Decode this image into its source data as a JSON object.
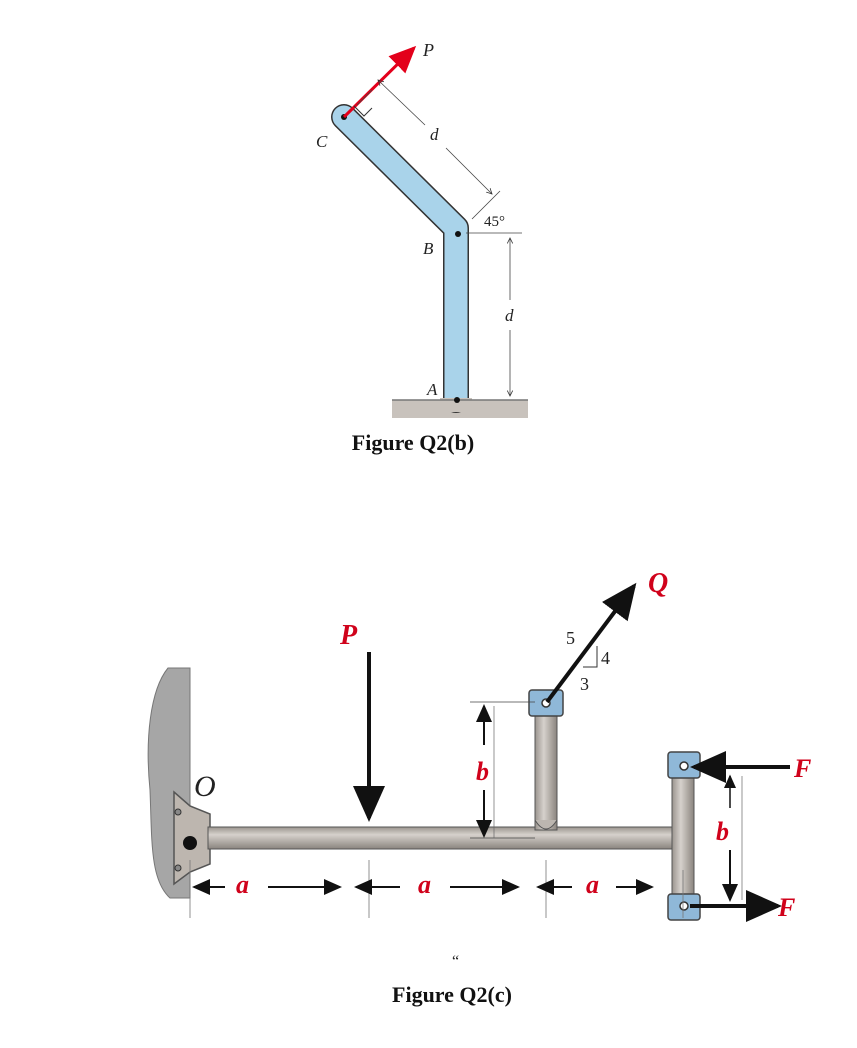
{
  "figure_b": {
    "caption": "Figure Q2(b)",
    "labels": {
      "P": "P",
      "C": "C",
      "B": "B",
      "A": "A",
      "d_top": "d",
      "d_side": "d",
      "angle": "45°"
    },
    "colors": {
      "rod": "#a9d3ea",
      "force": "#e3001b"
    }
  },
  "figure_c": {
    "caption": "Figure Q2(c)",
    "stray_mark": "“",
    "labels": {
      "O": "O",
      "P": "P",
      "Q": "Q",
      "F_top": "F",
      "F_bottom": "F",
      "b_left": "b",
      "b_right": "b",
      "a1": "a",
      "a2": "a",
      "a3": "a",
      "slope_5": "5",
      "slope_4": "4",
      "slope_3": "3"
    },
    "colors": {
      "label_red": "#d0021b",
      "shaft": "#b9b3ad",
      "collar": "#8fb8d8"
    }
  }
}
